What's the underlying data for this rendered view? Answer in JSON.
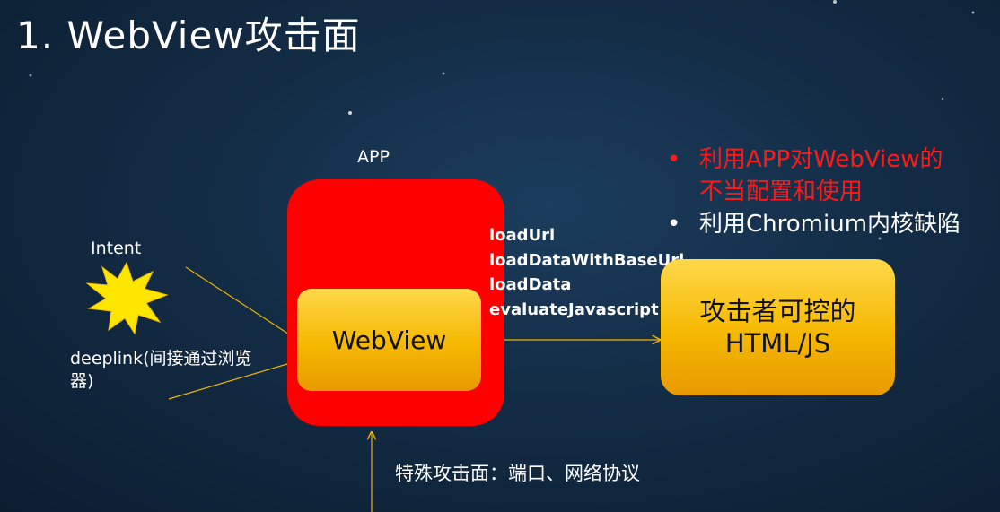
{
  "title": "1. WebView攻击面",
  "app": {
    "label": "APP",
    "webview_label": "WebView"
  },
  "methods": [
    "loadUrl",
    "loadDataWithBaseUrl",
    "loadData",
    "evaluateJavascript"
  ],
  "target": {
    "line1": "攻击者可控的",
    "line2": "HTML/JS"
  },
  "sources": {
    "intent_label": "Intent",
    "deeplink_label": "deeplink(间接通过浏览器)"
  },
  "bullets": {
    "bullet_char": "•",
    "item1_line1": "利用APP对WebView的",
    "item1_line2": "不当配置和使用",
    "item2": "利用Chromium内核缺陷"
  },
  "special_surface": "特殊攻击面：端口、网络协议",
  "colors": {
    "background": "#132c45",
    "app_box": "#ff0000",
    "yellow_box": "#f5b800",
    "arrow": "#f0b400",
    "highlight_text": "#ff1a1a",
    "starburst": "#ffe600"
  },
  "icons": {
    "intent_icon": "starburst-icon"
  }
}
